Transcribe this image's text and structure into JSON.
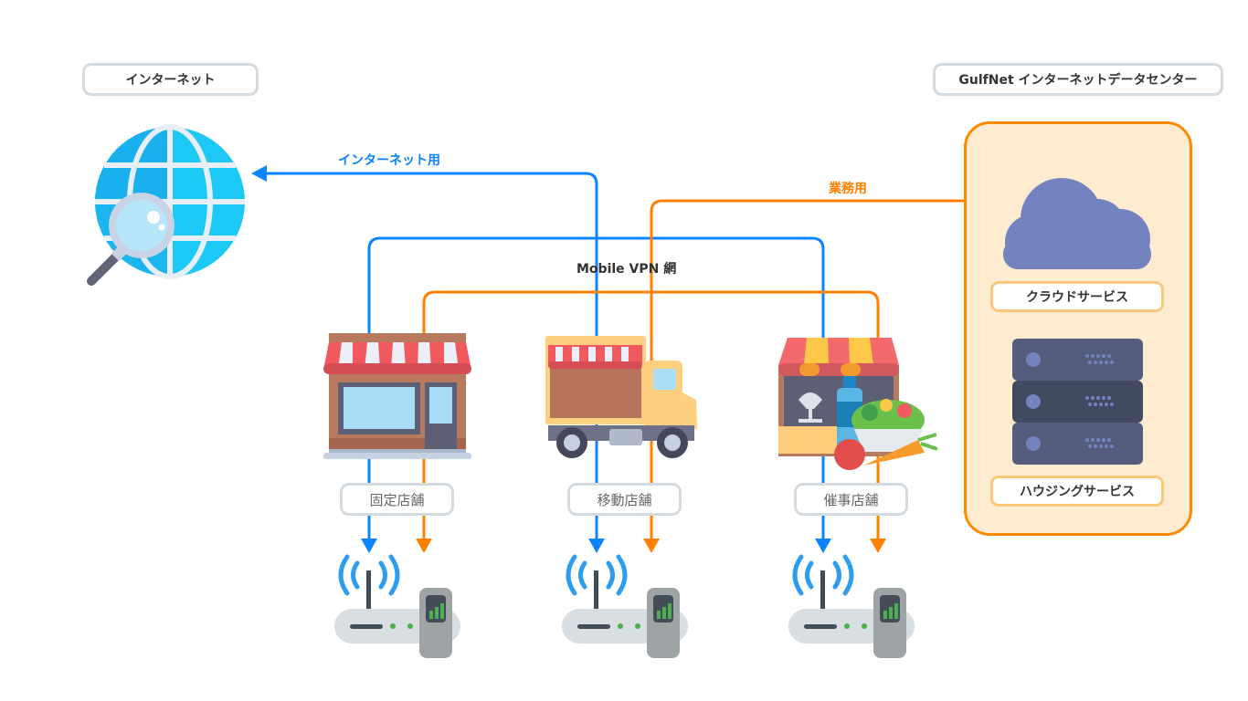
{
  "headers": {
    "internet": "インターネット",
    "datacenter": "GulfNet インターネットデータセンター"
  },
  "line_labels": {
    "internet_use": "インターネット用",
    "business_use": "業務用",
    "mobile_vpn": "Mobile VPN 網"
  },
  "stores": [
    {
      "label": "固定店舗",
      "icon": "storefront-icon"
    },
    {
      "label": "移動店舗",
      "icon": "food-truck-icon"
    },
    {
      "label": "催事店舗",
      "icon": "market-stall-icon"
    }
  ],
  "datacenter_services": [
    {
      "label": "クラウドサービス",
      "icon": "cloud-icon"
    },
    {
      "label": "ハウジングサービス",
      "icon": "server-rack-icon"
    }
  ],
  "colors": {
    "internet_line": "#0a84ff",
    "business_line": "#ff8000",
    "datacenter_fill": "#fdecd0",
    "datacenter_border": "#ff8a00",
    "cloud": "#7383bf",
    "server": "#545e7c"
  }
}
